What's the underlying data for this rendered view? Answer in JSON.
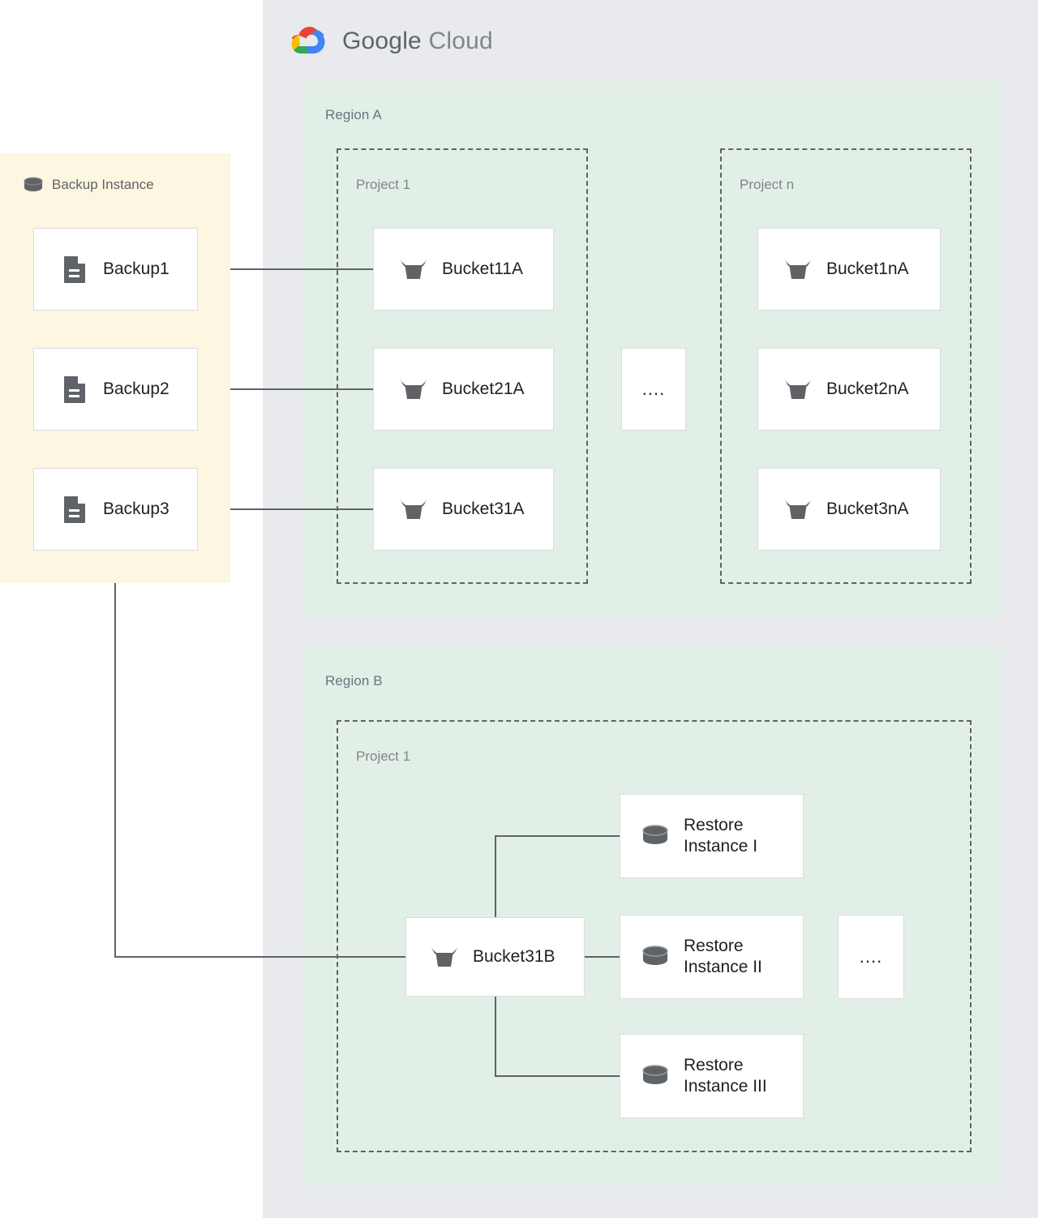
{
  "brand": {
    "name_part1": "Google",
    "name_part2": "Cloud",
    "logo_icon": "google-cloud-logo-icon",
    "colors": {
      "red": "#ea4335",
      "yellow": "#fbbc04",
      "green": "#34a853",
      "blue": "#4285f4",
      "panel_bg": "#e8eaed",
      "region_bg": "#e2efe7",
      "backup_bg": "#fdf6e0",
      "card_border": "#dadce0",
      "connector": "#5f6368",
      "icon_gray": "#5f6368"
    }
  },
  "backup_instance": {
    "title": "Backup Instance",
    "icon": "database-cylinder-icon",
    "backups": [
      {
        "label": "Backup1",
        "icon": "document-icon"
      },
      {
        "label": "Backup2",
        "icon": "document-icon"
      },
      {
        "label": "Backup3",
        "icon": "document-icon"
      }
    ]
  },
  "regions": [
    {
      "label": "Region A",
      "projects": [
        {
          "label": "Project 1",
          "items": [
            {
              "label": "Bucket11A",
              "icon": "storage-bucket-icon"
            },
            {
              "label": "Bucket21A",
              "icon": "storage-bucket-icon"
            },
            {
              "label": "Bucket31A",
              "icon": "storage-bucket-icon"
            }
          ]
        },
        {
          "label": "Project n",
          "items": [
            {
              "label": "Bucket1nA",
              "icon": "storage-bucket-icon"
            },
            {
              "label": "Bucket2nA",
              "icon": "storage-bucket-icon"
            },
            {
              "label": "Bucket3nA",
              "icon": "storage-bucket-icon"
            }
          ]
        }
      ],
      "ellipsis": "...."
    },
    {
      "label": "Region B",
      "projects": [
        {
          "label": "Project 1",
          "bucket": {
            "label": "Bucket31B",
            "icon": "storage-bucket-icon"
          },
          "items": [
            {
              "label": "Restore\nInstance I",
              "icon": "database-cylinder-icon"
            },
            {
              "label": "Restore\nInstance II",
              "icon": "database-cylinder-icon"
            },
            {
              "label": "Restore\nInstance III",
              "icon": "database-cylinder-icon"
            }
          ]
        }
      ],
      "ellipsis": "...."
    }
  ],
  "connections": [
    {
      "from": "Backup1",
      "to": "Bucket11A"
    },
    {
      "from": "Backup2",
      "to": "Bucket21A"
    },
    {
      "from": "Backup3",
      "to": "Bucket31A"
    },
    {
      "from": "Backup3",
      "to": "Bucket31B"
    },
    {
      "from": "Bucket31B",
      "to": "Restore Instance I"
    },
    {
      "from": "Bucket31B",
      "to": "Restore Instance II"
    },
    {
      "from": "Bucket31B",
      "to": "Restore Instance III"
    }
  ]
}
